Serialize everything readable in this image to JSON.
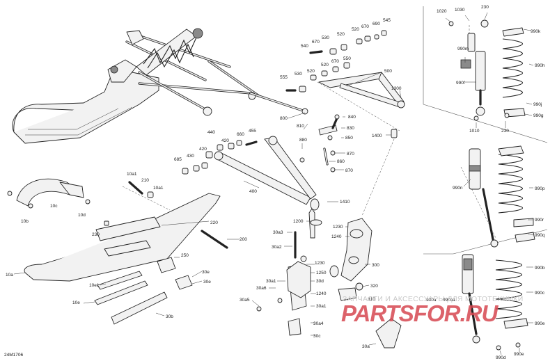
{
  "diagram_code": "24M1706",
  "watermark": {
    "line": "ЗАПЧАСТИ И АКСЕССУАРЫ ДЛЯ МОТОТЕХНИКИ",
    "logo": "PARTSFOR.RU"
  },
  "callouts": {
    "c1020": "1020",
    "c1030": "1030",
    "c230a": "230",
    "c990k": "990k",
    "c990m": "990m",
    "c990h": "990h",
    "c990f": "990f",
    "c990j": "990j",
    "c990g": "990g",
    "c1010": "1010",
    "c230b": "230",
    "c990n": "990n",
    "c990p": "990p",
    "c990r": "990r",
    "c990q": "990q",
    "c990b": "990b",
    "c990c": "990c",
    "c990e": "990e",
    "c990d": "990d",
    "c990a": "990a",
    "c990a1": "990a1",
    "c545": "545",
    "c690": "690",
    "c670a": "670",
    "c520a": "520",
    "c530a": "530",
    "c520b": "520",
    "c540": "540",
    "c670b": "670",
    "c550": "550",
    "c520c": "520",
    "c555": "555",
    "c530b": "530",
    "c520d": "520",
    "c500": "500",
    "c1300": "1300",
    "c800": "800",
    "c810": "810",
    "c840": "840",
    "c830": "830",
    "c850": "850",
    "c880": "880",
    "c870a": "870",
    "c860": "860",
    "c870b": "870",
    "c1400": "1400",
    "c440": "440",
    "c660": "660",
    "c455": "455",
    "c420a": "420",
    "c420b": "420",
    "c430": "430",
    "c685": "685",
    "c400": "400",
    "c1410": "1410",
    "c1200": "1200",
    "c1230a": "1230",
    "c1240a": "1240",
    "c10a1a": "10a1",
    "c210": "210",
    "c10a1b": "10a1",
    "c10c": "10c",
    "c10b": "10b",
    "c10d": "10d",
    "c230c": "230",
    "c220": "220",
    "c200": "200",
    "c250": "250",
    "c10a": "10a",
    "c10e1": "10e1",
    "c10e": "10e",
    "c30e": "30e",
    "c30b": "30b",
    "c30a3": "30a3",
    "c30a2": "30a2",
    "c1230b": "1230",
    "c1250": "1250",
    "c30a1": "30a1",
    "c30d": "30d",
    "c30a6": "30a6",
    "c30a5": "30a5",
    "c1240b": "1240",
    "c30a1b": "30a1",
    "c30a4": "30a4",
    "c30c": "30c",
    "c30a": "30a",
    "c300": "300",
    "c320": "320",
    "c310": "310"
  }
}
